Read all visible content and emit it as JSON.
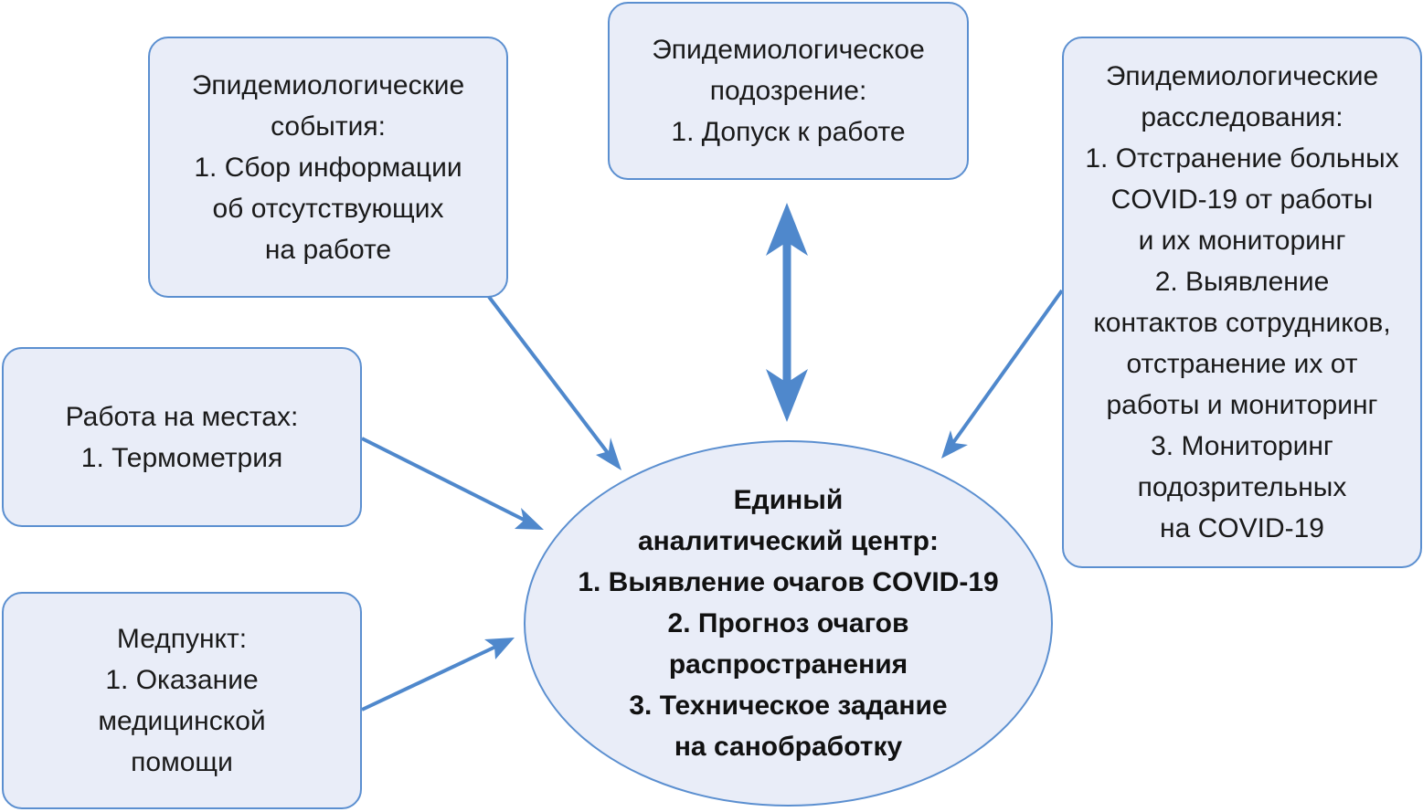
{
  "boxes": {
    "events": {
      "lines": [
        "Эпидемиологические",
        "события:",
        "1. Сбор информации",
        "об отсутствующих",
        "на работе"
      ]
    },
    "suspicion": {
      "lines": [
        "Эпидемиологическое",
        "подозрение:",
        "1. Допуск к работе"
      ]
    },
    "investigations": {
      "lines": [
        "Эпидемиологические",
        "расследования:",
        "1. Отстранение больных",
        "COVID-19 от работы",
        "и их мониторинг",
        "2. Выявление",
        "контактов сотрудников,",
        "отстранение их от",
        "работы и мониторинг",
        "3. Мониторинг",
        "подозрительных",
        "на COVID-19"
      ]
    },
    "field_work": {
      "lines": [
        "Работа на местах:",
        "1. Термометрия"
      ]
    },
    "medpoint": {
      "lines": [
        "Медпункт:",
        "1. Оказание",
        "медицинской",
        "помощи"
      ]
    }
  },
  "center": {
    "lines": [
      "Единый",
      "аналитический центр:",
      "1. Выявление очагов COVID-19",
      "2. Прогноз очагов",
      "распространения",
      "3. Техническое задание",
      "на санобработку"
    ]
  },
  "colors": {
    "box_fill": "#e9edf8",
    "border": "#5b8fd0",
    "arrow": "#4f88cc"
  }
}
